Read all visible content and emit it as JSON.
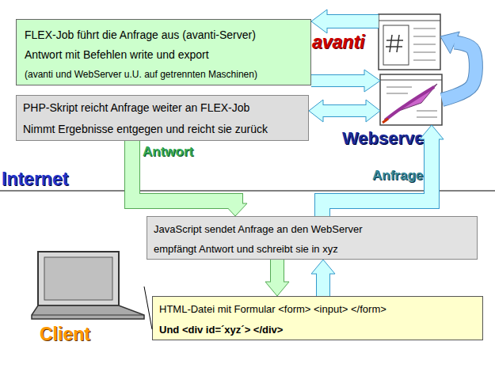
{
  "diagram": {
    "nodes": [
      {
        "text": [
          "FLEX-Job führt die Anfrage aus (avanti-Server)",
          "Antwort mit Befehlen write und export",
          "(avanti und WebServer u.U. auf getrennten Maschinen)"
        ]
      },
      {
        "text": [
          "avanti"
        ]
      },
      {
        "text": [
          "Webserver"
        ]
      },
      {
        "text": [
          "PHP-Skript reicht Anfrage weiter an FLEX-Job",
          "Nimmt Ergebnisse entgegen und reicht sie zurück"
        ]
      },
      {
        "text": [
          "JavaScript sendet Anfrage an den WebServer",
          "empfängt Antwort und schreibt sie in xyz"
        ]
      },
      {
        "text": [
          "Client"
        ]
      },
      {
        "text": [
          "HTML-Datei mit Formular <form> <input> </form>",
          "Und <div id=´xyz´> </div>"
        ]
      }
    ],
    "edges": [
      {
        "from": 1,
        "to": 0,
        "arrow": "to"
      },
      {
        "from": 0,
        "to": 2,
        "arrow": "to"
      },
      {
        "from": 3,
        "to": 2,
        "arrow": "both"
      },
      {
        "from": 2,
        "to": 1,
        "arrow": "to"
      },
      {
        "from": 3,
        "to": 4,
        "label": "Antwort",
        "arrow": "to"
      },
      {
        "from": 4,
        "to": 2,
        "label": "Anfrage",
        "arrow": "to"
      },
      {
        "from": 4,
        "to": 6,
        "arrow": "to"
      },
      {
        "from": 6,
        "to": 4,
        "arrow": "to"
      },
      {
        "from": 5,
        "to": 6,
        "arrow": "none"
      }
    ],
    "labels": [
      "Internet"
    ]
  }
}
